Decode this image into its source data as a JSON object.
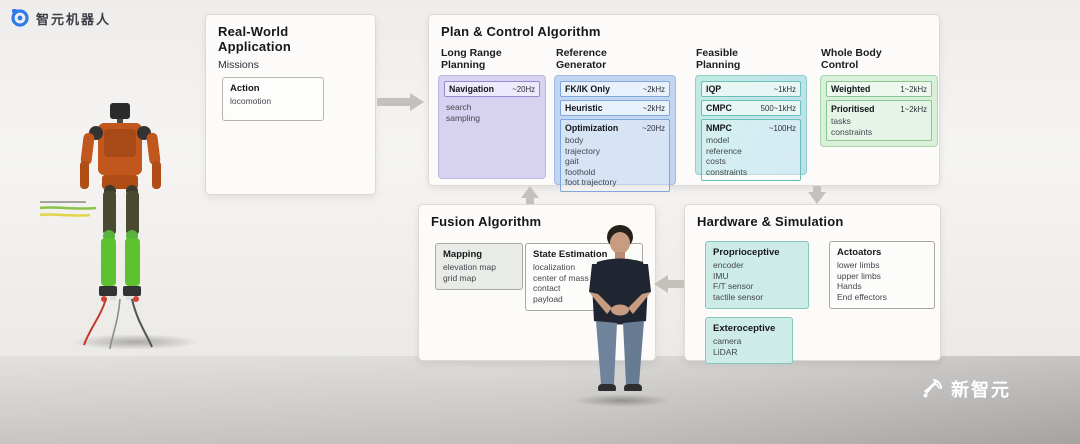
{
  "brand": {
    "name": "智元机器人"
  },
  "watermark": {
    "name": "新智元"
  },
  "real_world": {
    "title": "Real-World Application",
    "subtitle": "Missions",
    "action_title": "Action",
    "action_items": [
      "locomotion"
    ]
  },
  "plan_control": {
    "title": "Plan & Control Algorithm",
    "long_range": {
      "header": "Long Range Planning",
      "nav_label": "Navigation",
      "nav_rate": "~20Hz",
      "items": [
        "search",
        "sampling"
      ]
    },
    "reference": {
      "header": "Reference Generator",
      "fkik_label": "FK/IK Only",
      "fkik_rate": "~2kHz",
      "heuristic_label": "Heuristic",
      "heuristic_rate": "~2kHz",
      "optimization_label": "Optimization",
      "optimization_rate": "~20Hz",
      "optimization_items": [
        "body",
        "trajectory",
        "gait",
        "foothold",
        "foot trajectory"
      ]
    },
    "feasible": {
      "header": "Feasible Planning",
      "iqp_label": "IQP",
      "iqp_rate": "~1kHz",
      "cmpc_label": "CMPC",
      "cmpc_rate": "500~1kHz",
      "nmpc_label": "NMPC",
      "nmpc_rate": "~100Hz",
      "nmpc_items": [
        "model",
        "reference",
        "costs",
        "constraints"
      ]
    },
    "whole_body": {
      "header": "Whole Body Control",
      "weighted_label": "Weighted",
      "weighted_rate": "1~2kHz",
      "prioritised_label": "Prioritised",
      "prioritised_rate": "1~2kHz",
      "prioritised_items": [
        "tasks",
        "constraints"
      ]
    }
  },
  "fusion": {
    "title": "Fusion Algorithm",
    "mapping_title": "Mapping",
    "mapping_items": [
      "elevation map",
      "grid map"
    ],
    "state_title": "State Estimation",
    "state_items": [
      "localization",
      "center of mass",
      "contact",
      "payload"
    ]
  },
  "hardware": {
    "title": "Hardware & Simulation",
    "proprioceptive_title": "Proprioceptive",
    "proprioceptive_items": [
      "encoder",
      "IMU",
      "F/T sensor",
      "tactile sensor"
    ],
    "actuators_title": "Actoators",
    "actuators_items": [
      "lower limbs",
      "upper limbs",
      "Hands",
      "End effectors"
    ],
    "exteroceptive_title": "Exteroceptive",
    "exteroceptive_items": [
      "camera",
      "LiDAR"
    ]
  },
  "colors": {
    "purple_panel": "#d6d2f0",
    "blue_panel": "#c2d6f2",
    "teal_panel": "#bfe7ea",
    "green_panel": "#d8efd9",
    "arrow": "#c4c1bc",
    "brand_blue": "#2f7bea"
  }
}
